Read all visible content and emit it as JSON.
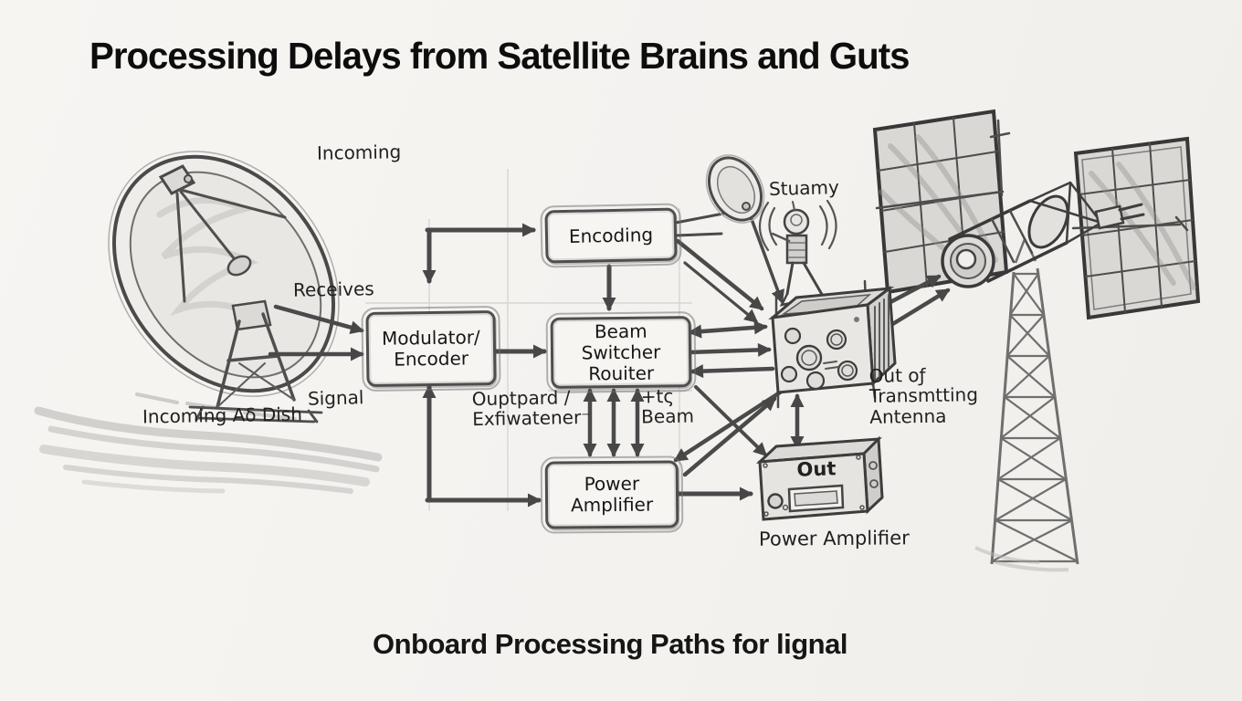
{
  "title": "Processing Delays from Satellite Brains and Guts",
  "caption": "Onboard Processing Paths for lignal",
  "colors": {
    "paper": "#f5f3f0",
    "pencil": "#4a4a4a",
    "ink": "#111111"
  },
  "boxes": {
    "encoding": {
      "label": "Encoding"
    },
    "modulator_encoder": {
      "label": "Modulator/\nEncoder"
    },
    "beam_switcher": {
      "label": "Beam Switcher\nRouiter"
    },
    "power_amplifier": {
      "label": "Power\nAmplifier"
    },
    "out_device": {
      "label": "Out",
      "caption": "Power Amplifier"
    }
  },
  "labels": {
    "incoming": "Incoming",
    "receives": "Receives",
    "signal": "Signal",
    "dish_caption": "Incoming Aδ Dish",
    "outboard": "Ouptpard /\nExfiwatener⁻",
    "beam": "+tς\nBeam",
    "stuamy": "Stuamy",
    "transmit_antenna": "Out oƒ\nTransmtting\nAntenna"
  },
  "icons": {
    "satellite-dish-sketch": "large parabolic receiving dish",
    "small-dish-sketch": "small feeder dish on pole",
    "stick-figure-sketch": "operator figure with radio waves",
    "transponder-box-sketch": "satellite electronics box with knobs",
    "satellite-sketch": "satellite body with two solar panels",
    "lattice-tower-sketch": "transmitting lattice tower"
  }
}
